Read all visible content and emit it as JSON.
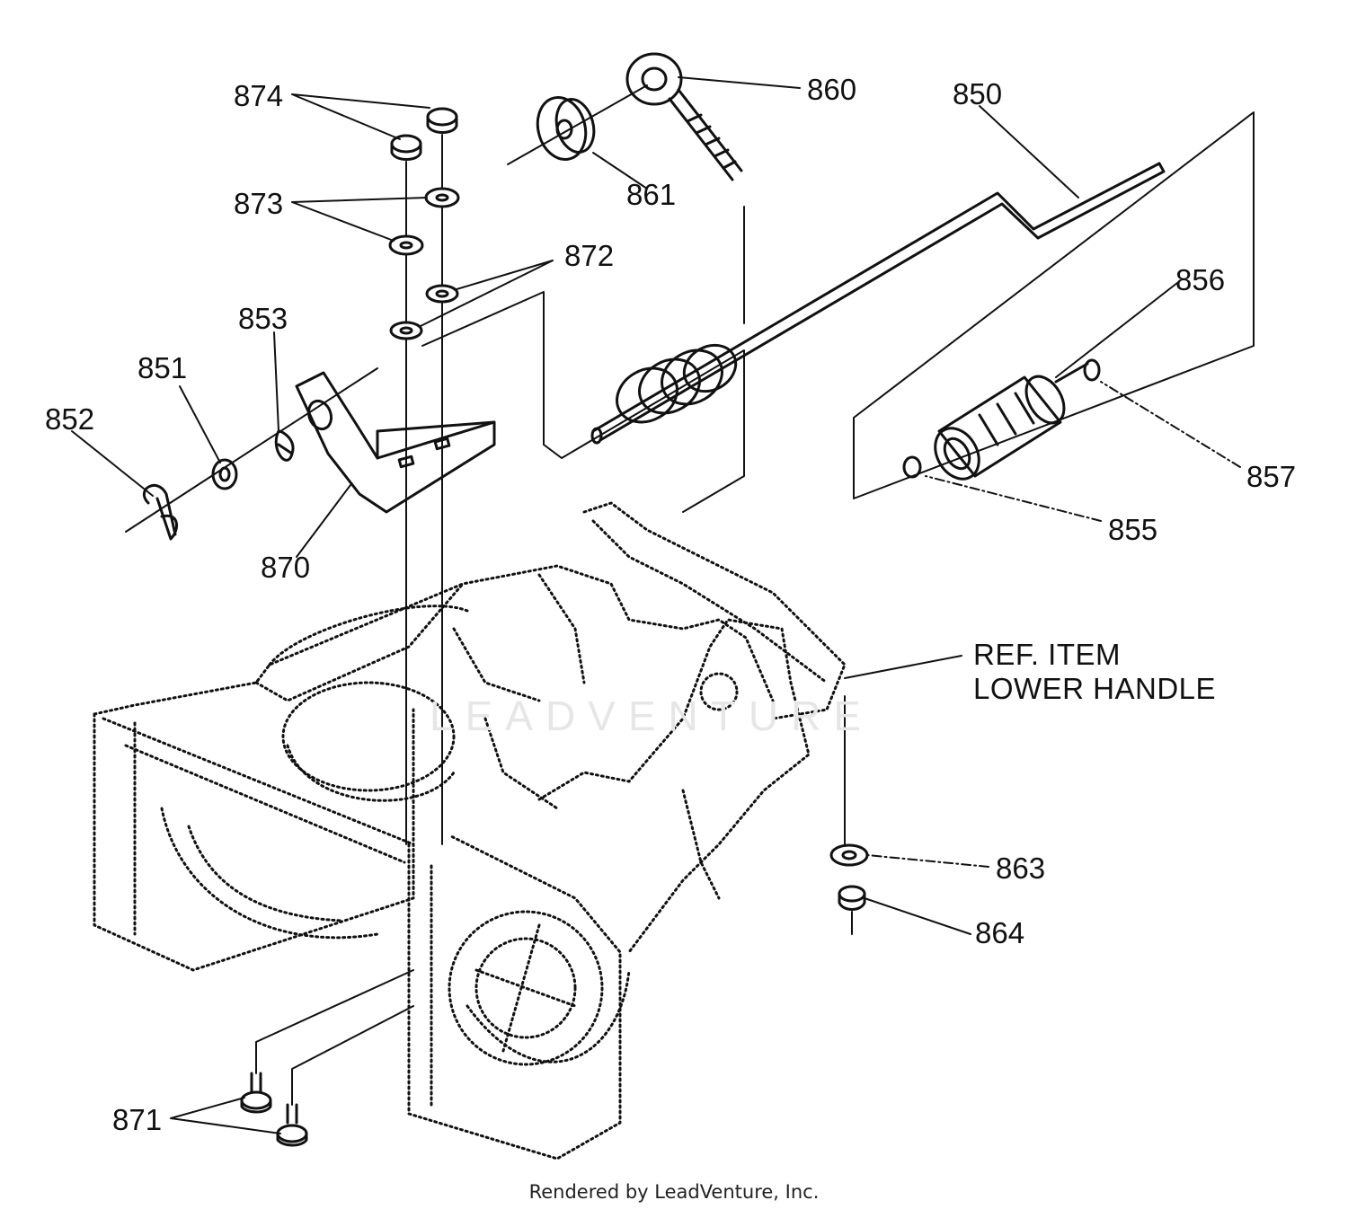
{
  "diagram": {
    "watermark": "LEADVENTURE",
    "callouts": [
      {
        "id": "874",
        "label": "874"
      },
      {
        "id": "873",
        "label": "873"
      },
      {
        "id": "872",
        "label": "872"
      },
      {
        "id": "853",
        "label": "853"
      },
      {
        "id": "851",
        "label": "851"
      },
      {
        "id": "852",
        "label": "852"
      },
      {
        "id": "870",
        "label": "870"
      },
      {
        "id": "860",
        "label": "860"
      },
      {
        "id": "861",
        "label": "861"
      },
      {
        "id": "850",
        "label": "850"
      },
      {
        "id": "856",
        "label": "856"
      },
      {
        "id": "857",
        "label": "857"
      },
      {
        "id": "855",
        "label": "855"
      },
      {
        "id": "863",
        "label": "863"
      },
      {
        "id": "864",
        "label": "864"
      },
      {
        "id": "871",
        "label": "871"
      }
    ],
    "reference": {
      "line1": "REF. ITEM",
      "line2": "LOWER HANDLE"
    }
  },
  "footer": {
    "text": "Rendered by LeadVenture, Inc."
  }
}
